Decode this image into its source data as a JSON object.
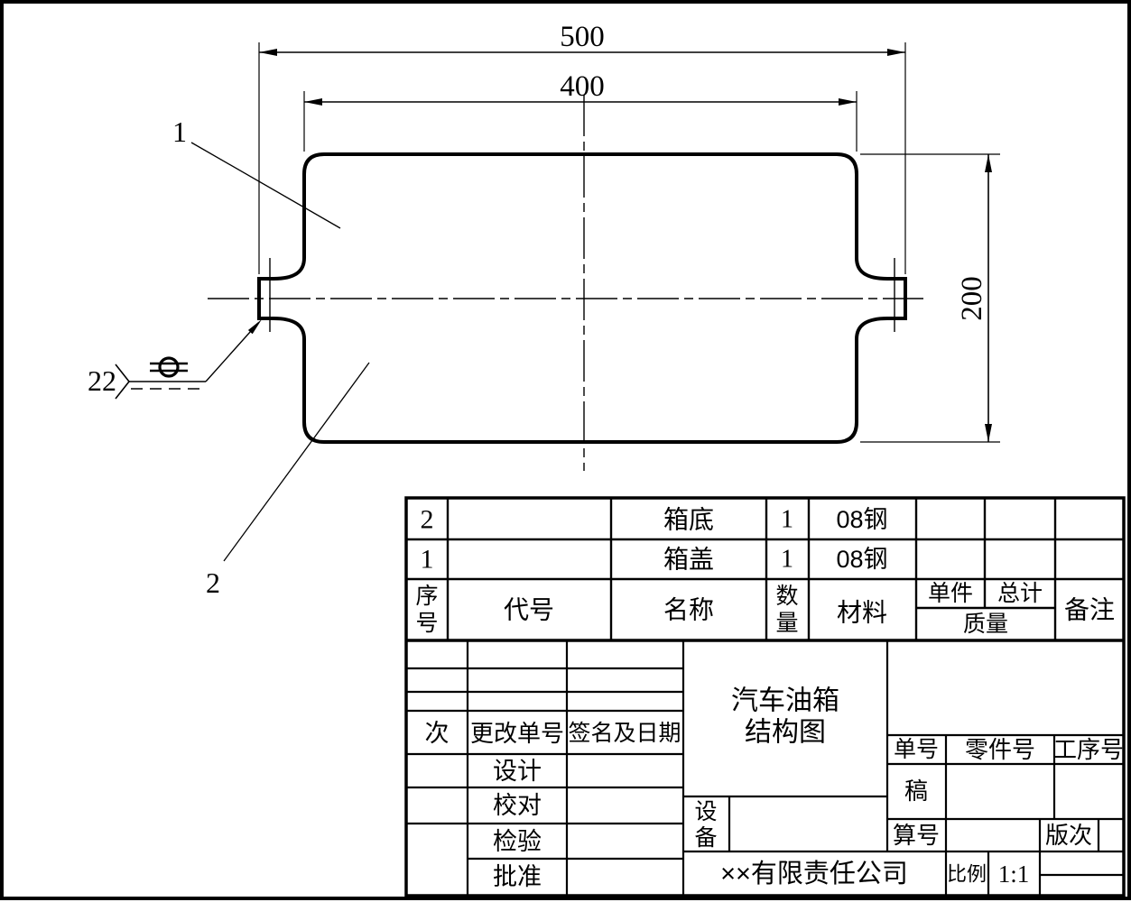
{
  "drawing": {
    "dims": {
      "outer_width": "500",
      "inner_width": "400",
      "height": "200",
      "flange_weld_size": "22"
    },
    "labels": {
      "part1": "1",
      "part2": "2"
    }
  },
  "parts_list": {
    "headers": {
      "seq": "序号",
      "code": "代号",
      "name": "名称",
      "qty": "数量",
      "material": "材料",
      "unit": "单件",
      "total": "总计",
      "mass": "质量",
      "remark": "备注"
    },
    "rows": [
      {
        "seq": "2",
        "code": "",
        "name": "箱底",
        "qty": "1",
        "material": "08钢",
        "unit_mass": "",
        "total_mass": "",
        "remark": ""
      },
      {
        "seq": "1",
        "code": "",
        "name": "箱盖",
        "qty": "1",
        "material": "08钢",
        "unit_mass": "",
        "total_mass": "",
        "remark": ""
      }
    ]
  },
  "title_block": {
    "revision": {
      "round_label": "次",
      "change_no_label": "更改单号",
      "sign_date_label": "签名及日期"
    },
    "approval_rows": [
      {
        "label": "设计",
        "value": ""
      },
      {
        "label": "校对",
        "value": ""
      },
      {
        "label": "检验",
        "value": ""
      },
      {
        "label": "批准",
        "value": ""
      }
    ],
    "title_line1": "汽车油箱",
    "title_line2": "结构图",
    "equipment_label": "设备",
    "doc_no_label": "单号",
    "part_no_label": "零件号",
    "process_no_label": "工序号",
    "draft_label": "稿",
    "calc_no_label": "算号",
    "edition_label": "版次",
    "company": "××有限责任公司",
    "scale_label": "比例",
    "scale_value": "1:1"
  },
  "colors": {
    "line": "#000000",
    "background": "#ffffff"
  }
}
